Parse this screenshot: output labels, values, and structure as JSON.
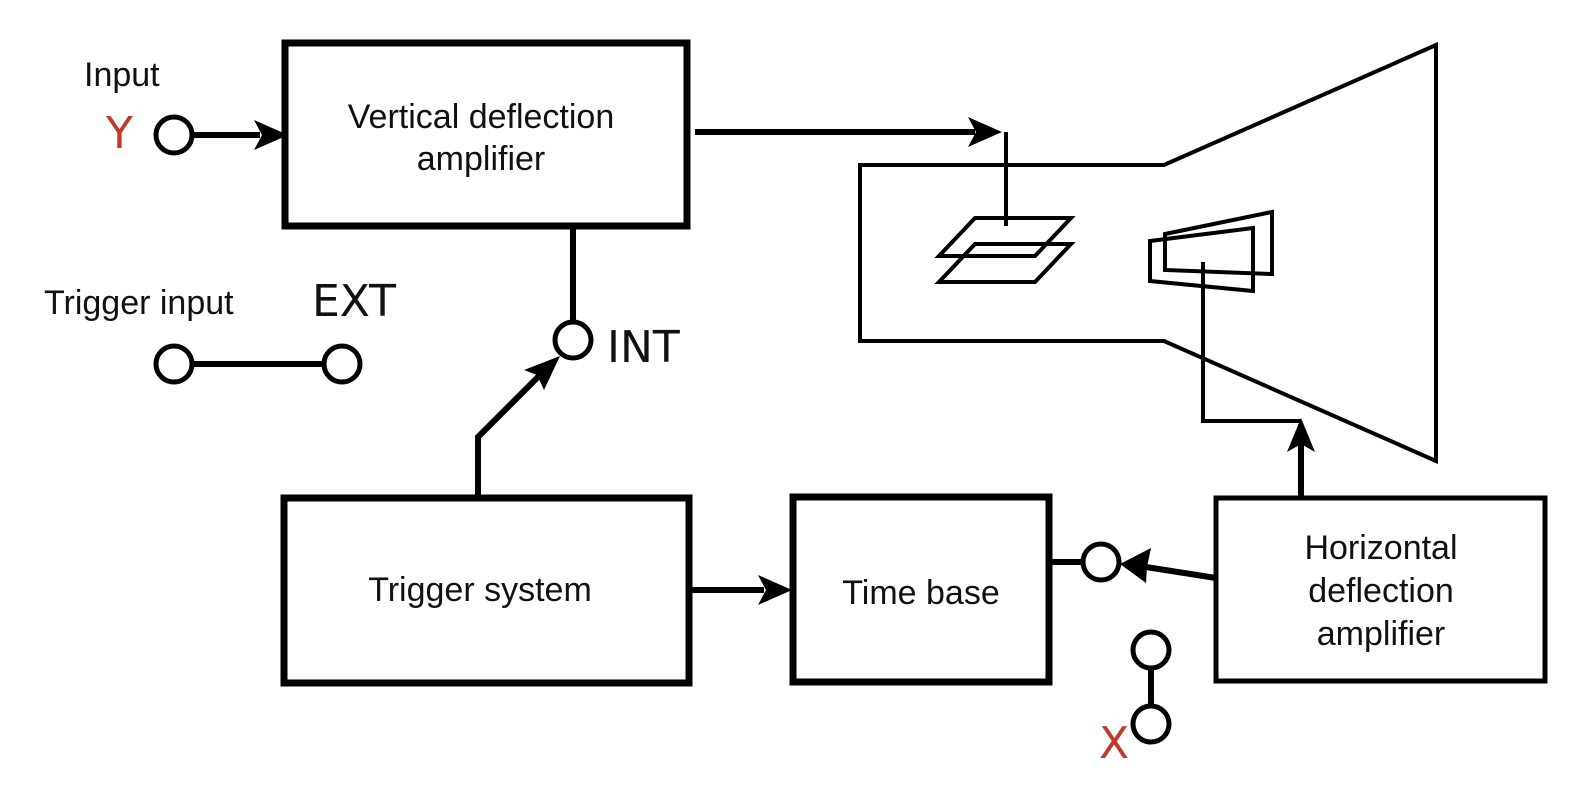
{
  "labels": {
    "input": "Input",
    "y": "Y",
    "trigger_input": "Trigger input",
    "ext": "EXT",
    "int": "INT",
    "x": "X"
  },
  "blocks": {
    "vertical_amp": [
      "Vertical deflection",
      "amplifier"
    ],
    "trigger_system": "Trigger system",
    "time_base": "Time base",
    "horizontal_amp": [
      "Horizontal",
      "deflection",
      "amplifier"
    ]
  },
  "colors": {
    "axis_letter": "#c0392b",
    "line": "#000000",
    "text": "#111111"
  }
}
